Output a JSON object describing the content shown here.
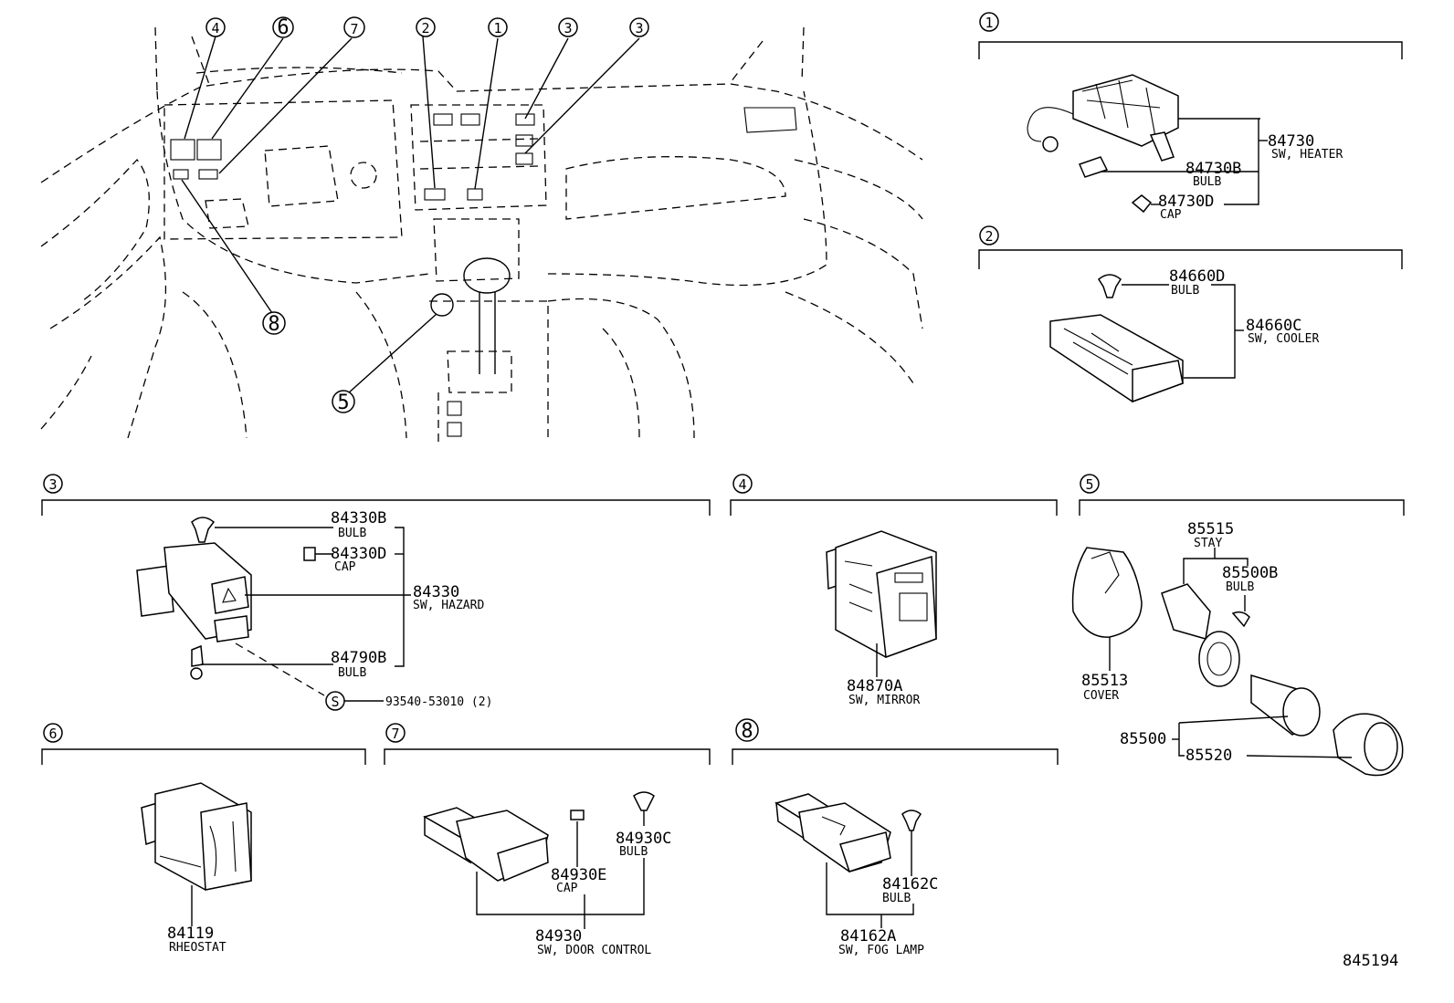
{
  "diagram_id": "845194",
  "overview": {
    "callouts": [
      "4",
      "6",
      "7",
      "2",
      "1",
      "3",
      "3",
      "8",
      "5"
    ]
  },
  "sections": {
    "s1": {
      "num": "1",
      "parts": [
        {
          "no": "84730",
          "desc": "SW, HEATER"
        },
        {
          "no": "84730B",
          "desc": "BULB"
        },
        {
          "no": "84730D",
          "desc": "CAP"
        }
      ]
    },
    "s2": {
      "num": "2",
      "parts": [
        {
          "no": "84660D",
          "desc": "BULB"
        },
        {
          "no": "84660C",
          "desc": "SW, COOLER"
        }
      ]
    },
    "s3": {
      "num": "3",
      "parts": [
        {
          "no": "84330B",
          "desc": "BULB"
        },
        {
          "no": "84330D",
          "desc": "CAP"
        },
        {
          "no": "84330",
          "desc": "SW, HAZARD"
        },
        {
          "no": "84790B",
          "desc": "BULB"
        }
      ],
      "screw_symbol": "S",
      "screw": "93540-53010 (2)"
    },
    "s4": {
      "num": "4",
      "parts": [
        {
          "no": "84870A",
          "desc": "SW, MIRROR"
        }
      ]
    },
    "s5": {
      "num": "5",
      "parts": [
        {
          "no": "85515",
          "desc": "STAY"
        },
        {
          "no": "85500B",
          "desc": "BULB"
        },
        {
          "no": "85513",
          "desc": "COVER"
        },
        {
          "no": "85500",
          "desc": ""
        },
        {
          "no": "85520",
          "desc": ""
        }
      ]
    },
    "s6": {
      "num": "6",
      "parts": [
        {
          "no": "84119",
          "desc": "RHEOSTAT"
        }
      ]
    },
    "s7": {
      "num": "7",
      "parts": [
        {
          "no": "84930C",
          "desc": "BULB"
        },
        {
          "no": "84930E",
          "desc": "CAP"
        },
        {
          "no": "84930",
          "desc": "SW, DOOR CONTROL"
        }
      ]
    },
    "s8": {
      "num": "8",
      "parts": [
        {
          "no": "84162C",
          "desc": "BULB"
        },
        {
          "no": "84162A",
          "desc": "SW, FOG LAMP"
        }
      ]
    }
  }
}
